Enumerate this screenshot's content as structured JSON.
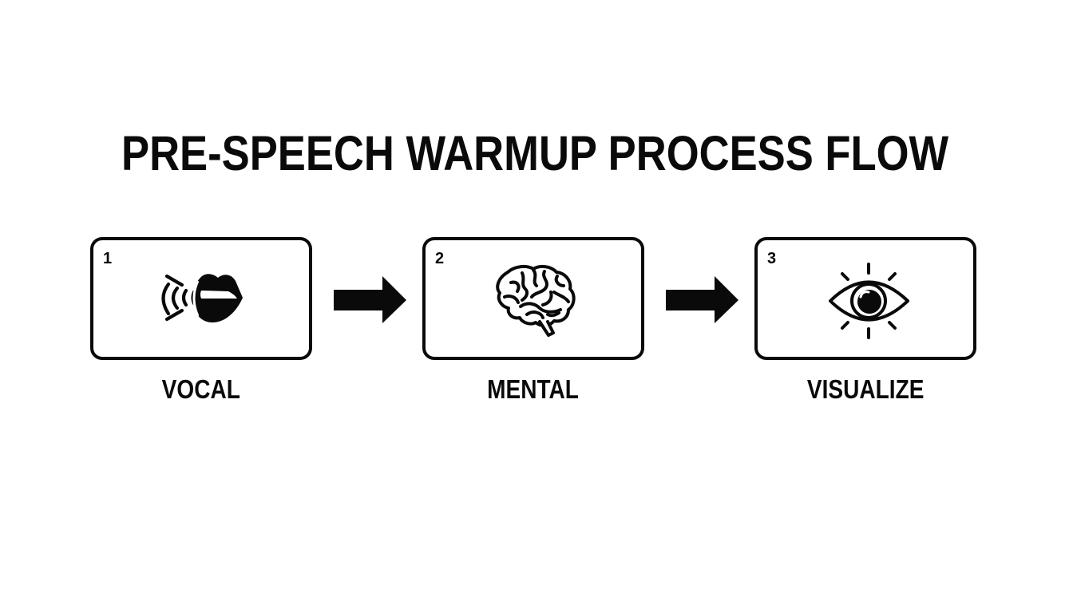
{
  "title": "PRE-SPEECH WARMUP PROCESS FLOW",
  "colors": {
    "background": "#ffffff",
    "foreground": "#0a0a0a"
  },
  "steps": [
    {
      "number": "1",
      "icon": "lips-sound-icon",
      "label": "VOCAL"
    },
    {
      "number": "2",
      "icon": "brain-icon",
      "label": "MENTAL"
    },
    {
      "number": "3",
      "icon": "eye-icon",
      "label": "VISUALIZE"
    }
  ],
  "connectors": [
    {
      "from": "1",
      "to": "2",
      "icon": "arrow-right-icon"
    },
    {
      "from": "2",
      "to": "3",
      "icon": "arrow-right-icon"
    }
  ]
}
